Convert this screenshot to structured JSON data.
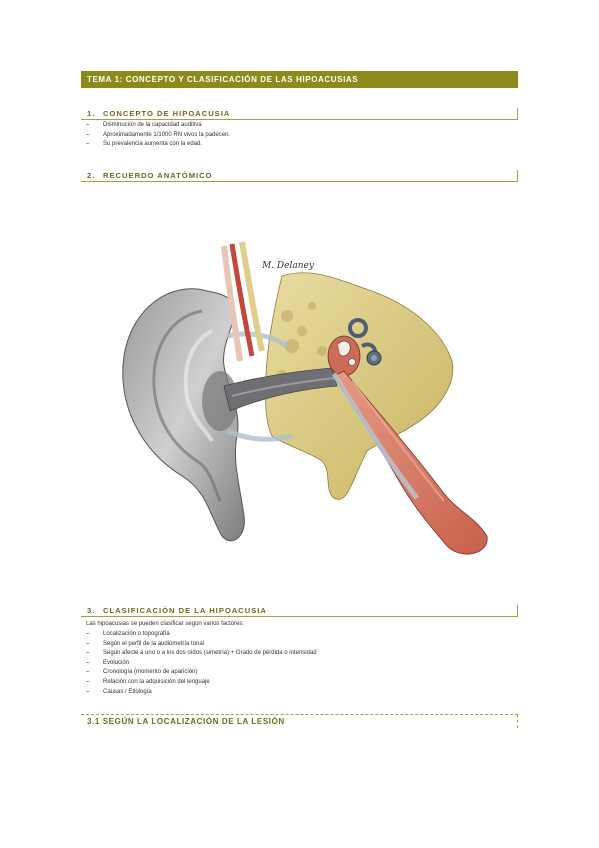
{
  "title": "TEMA 1: CONCEPTO Y CLASIFICACIÓN DE LAS HIPOACUSIAS",
  "section1": {
    "number": "1.",
    "heading": "CONCEPTO DE HIPOACUSIA",
    "items": [
      "Disminución de la capacidad auditiva",
      "Aproximadamente 1/1000 RN vivos la padecen.",
      "Su prevalencia aumenta con la edad."
    ]
  },
  "section2": {
    "number": "2.",
    "heading": "RECUERDO ANATÓMICO",
    "figure_signature": "M. Delaney"
  },
  "section3": {
    "number": "3.",
    "heading": "CLASIFICACIÓN DE LA HIPOACUSIA",
    "intro": "Las hipoacusias se pueden clasificar según varios factores:",
    "items": [
      "Localización o topografía",
      "Según el perfil de la audiometría tonal",
      "Según afecte a uno o a los dos oídos (simetría) + Grado de pérdida o intensidad",
      "Evolución",
      "Cronología (momento de aparición)",
      "Relación con la adquisición del lenguaje",
      "Causas / Etiología"
    ]
  },
  "subsection31": {
    "heading": "3.1 SEGÚN LA LOCALIZACIÓN DE LA LESIÓN"
  },
  "colors": {
    "accent": "#8c8a1a",
    "heading_text": "#6f6a1e"
  }
}
